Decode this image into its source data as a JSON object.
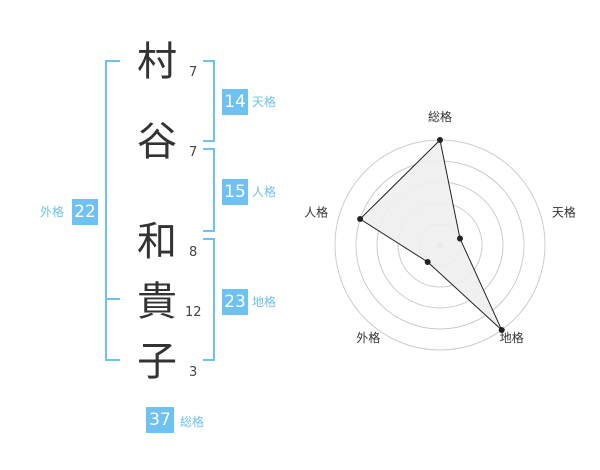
{
  "name": {
    "chars": [
      {
        "char": "村",
        "strokes": "7"
      },
      {
        "char": "谷",
        "strokes": "7"
      },
      {
        "char": "和",
        "strokes": "8"
      },
      {
        "char": "貴",
        "strokes": "12"
      },
      {
        "char": "子",
        "strokes": "3"
      }
    ]
  },
  "fortunes": {
    "tenkaku": {
      "value": "14",
      "label": "天格"
    },
    "jinkaku": {
      "value": "15",
      "label": "人格"
    },
    "chikaku": {
      "value": "23",
      "label": "地格"
    },
    "gaikaku": {
      "value": "22",
      "label": "外格"
    },
    "soukaku": {
      "value": "37",
      "label": "総格"
    }
  },
  "colors": {
    "accent": "#6ec1f0",
    "line": "#222222",
    "fill": "#eeeeee",
    "grid": "#cccccc"
  },
  "chart_data": {
    "type": "radar",
    "axes": [
      "総格",
      "天格",
      "地格",
      "外格",
      "人格"
    ],
    "values": [
      5,
      1,
      5,
      1,
      4
    ],
    "max": 5,
    "grid_rings": 5
  }
}
